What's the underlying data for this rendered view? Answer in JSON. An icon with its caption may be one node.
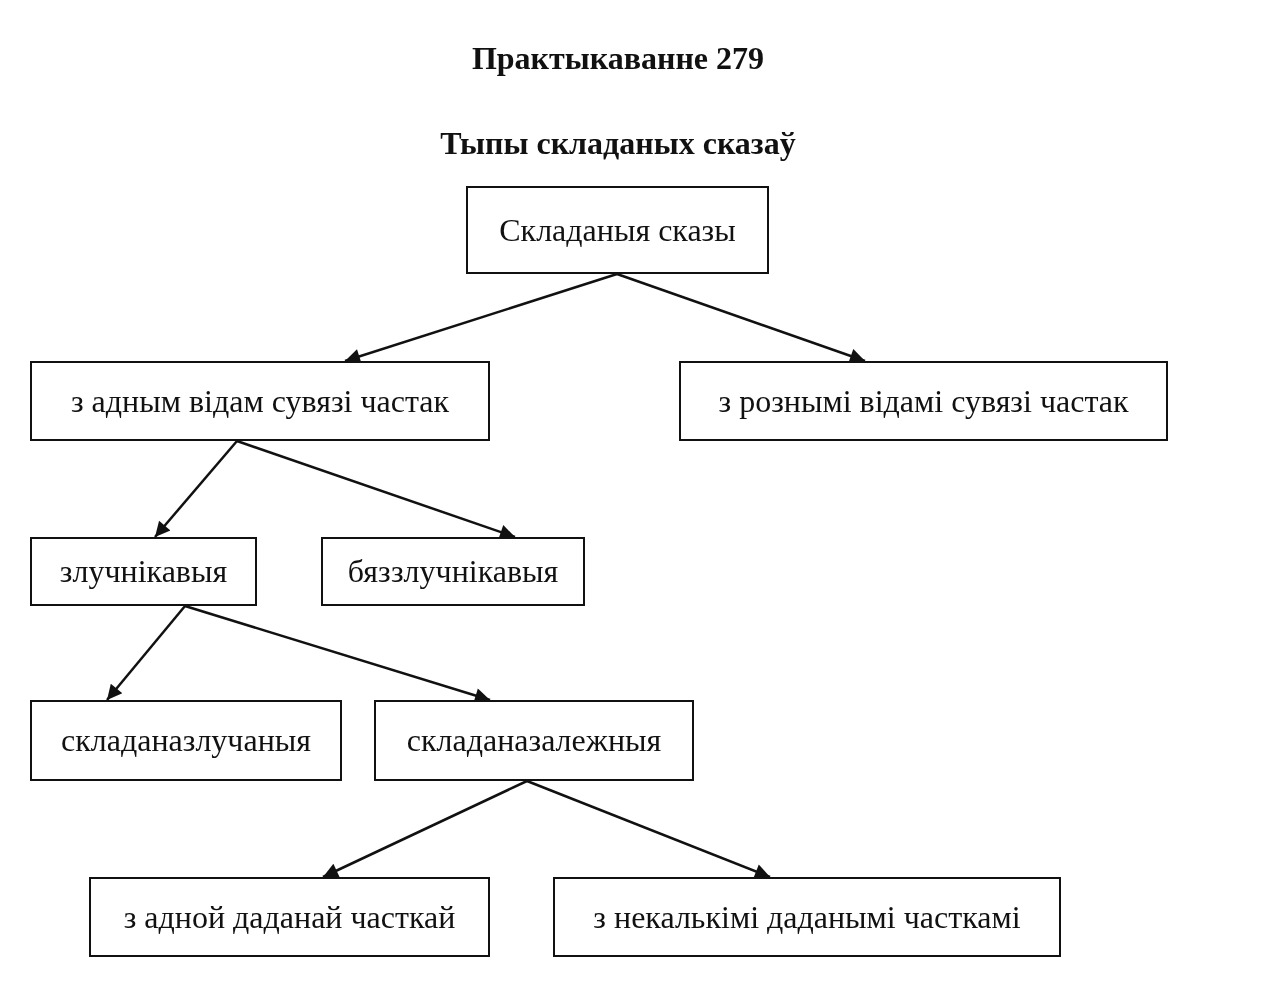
{
  "diagram": {
    "title": "Практыкаванне 279",
    "nodes": [
      {
        "text": [
          "Складаныя сказы"
        ]
      },
      {
        "text": [
          "з адным відам сувязі частак"
        ]
      },
      {
        "text": [
          "з рознымі відамі сувязі частак"
        ]
      },
      {
        "text": [
          "злучнікавыя"
        ]
      },
      {
        "text": [
          "бяззлучнікавыя"
        ]
      },
      {
        "text": [
          "складаназлучаныя"
        ]
      },
      {
        "text": [
          "складаназалежныя"
        ]
      },
      {
        "text": [
          "з адной даданай часткай"
        ]
      },
      {
        "text": [
          "з некалькімі даданымі часткамі"
        ]
      }
    ],
    "edges": [
      {
        "from": 0,
        "to": 1,
        "arrow": "to"
      },
      {
        "from": 0,
        "to": 2,
        "arrow": "to"
      },
      {
        "from": 1,
        "to": 3,
        "arrow": "to"
      },
      {
        "from": 1,
        "to": 4,
        "arrow": "to"
      },
      {
        "from": 3,
        "to": 5,
        "arrow": "to"
      },
      {
        "from": 3,
        "to": 6,
        "arrow": "to"
      },
      {
        "from": 6,
        "to": 7,
        "arrow": "to"
      },
      {
        "from": 6,
        "to": 8,
        "arrow": "to"
      }
    ],
    "labels": [
      "Тыпы складаных сказаў"
    ]
  }
}
